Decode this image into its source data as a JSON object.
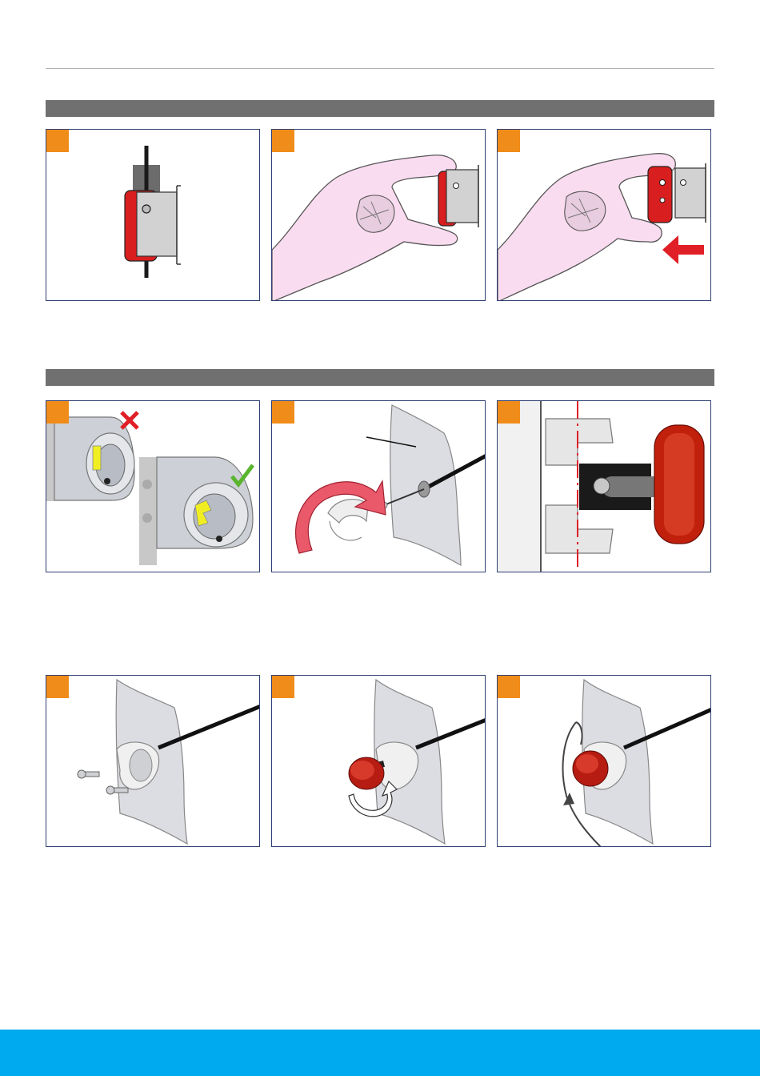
{
  "colors": {
    "section_bar": "#707070",
    "panel_border": "#2f3f73",
    "step_badge": "#f08c1a",
    "footer": "#00aaee",
    "accent_red": "#d81e1e"
  },
  "sections": [
    {
      "panels": [
        "hand-cable-clip",
        "hand-pinch-clip",
        "hand-push-arrow"
      ]
    },
    {
      "panels": [
        "bracket-correct-incorrect",
        "clip-rotate-onto-cable",
        "cross-section-alignment"
      ]
    },
    {
      "panels": [
        "screws-into-clip",
        "knob-rotate",
        "cable-tie-wrap"
      ]
    }
  ],
  "icons": {
    "incorrect": "cross-icon",
    "correct": "checkmark-icon",
    "push": "arrow-left-icon",
    "rotate": "rotate-arrow-icon"
  }
}
